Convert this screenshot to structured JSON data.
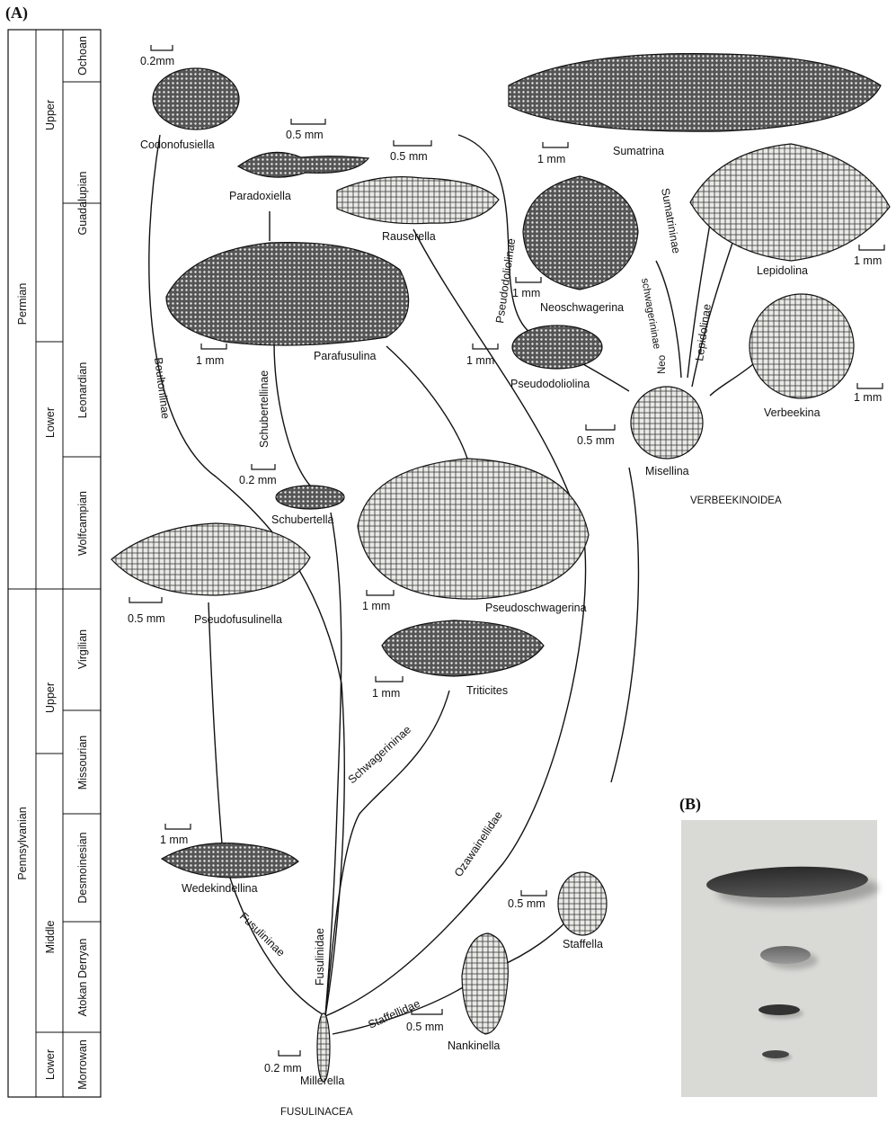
{
  "panels": {
    "a": "(A)",
    "b": "(B)"
  },
  "column": {
    "systems": [
      "Permian",
      "Pennsylvanian"
    ],
    "series": [
      "Upper",
      "Lower",
      "Upper",
      "Middle",
      "Lower"
    ],
    "stages": [
      "Ochoan",
      "Guadalupian",
      "Leonardian",
      "Wolfcampian",
      "Virgilian",
      "Missourian",
      "Desmoinesian",
      "Atokan Derryan",
      "Morrowan"
    ]
  },
  "taxa": {
    "codonofusiella": "Codonofusiella",
    "paradoxiella": "Paradoxiella",
    "rauserella": "Rauserella",
    "sumatrina": "Sumatrina",
    "neoschwagerina": "Neoschwagerina",
    "lepidolina": "Lepidolina",
    "parafusulina": "Parafusulina",
    "pseudodoliolina": "Pseudodoliolina",
    "verbeekina": "Verbeekina",
    "misellina": "Misellina",
    "schubertella": "Schubertella",
    "pseudoschwagerina": "Pseudoschwagerina",
    "pseudofusulinella": "Pseudofusulinella",
    "triticites": "Triticites",
    "wedekindellina": "Wedekindellina",
    "staffella": "Staffella",
    "nankinella": "Nankinella",
    "millerella": "Millerella"
  },
  "groups": {
    "boultoniinae": "Boultoniinae",
    "schubertellinae": "Schubertellinae",
    "pseudodoliolinae": "Pseudodoliolinae",
    "sumatrininae": "Sumatrininae",
    "neoschwagerininae_1": "Neo",
    "neoschwagerininae_2": "schwagerininae",
    "lepidolinae": "Lepidolinae",
    "schwagerininae": "Schwagerininae",
    "ozawainellidae": "Ozawainellidae",
    "fusulinidae": "Fusulinidae",
    "fusulininae": "Fusulininae",
    "staffellidae": "Staffellidae",
    "verbeekinoidea": "VERBEEKINOIDEA",
    "fusulinacea": "FUSULINACEA"
  },
  "scales": {
    "codonofusiella": "0.2mm",
    "paradoxiella": "0.5 mm",
    "rauserella": "0.5 mm",
    "sumatrina": "1 mm",
    "lepidolina": "1 mm",
    "neoschwagerina": "1 mm",
    "parafusulina": "1 mm",
    "pseudodoliolina": "1 mm",
    "verbeekina": "1 mm",
    "misellina": "0.5 mm",
    "schubertella": "0.2 mm",
    "pseudoschwagerina": "1 mm",
    "pseudofusulinella": "0.5 mm",
    "triticites": "1 mm",
    "wedekindellina": "1 mm",
    "staffella": "0.5 mm",
    "nankinella": "0.5 mm",
    "millerella": "0.2 mm"
  },
  "colors": {
    "ink": "#111111",
    "photo_bg": "#d9d9d6"
  }
}
